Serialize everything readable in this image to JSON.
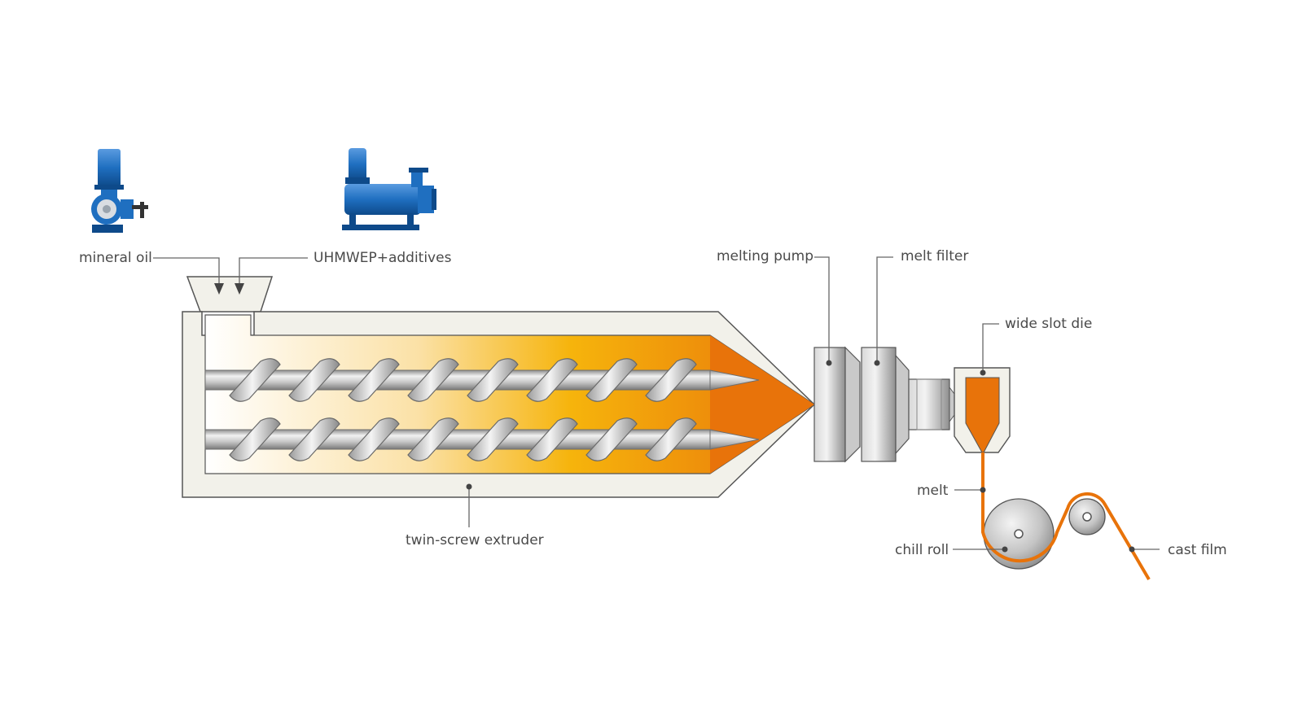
{
  "labels": {
    "mineral_oil": "mineral oil",
    "uhmwpe": "UHMWEP+additives",
    "melting_pump": "melting pump",
    "melt_filter": "melt filter",
    "wide_slot_die": "wide slot die",
    "melt": "melt",
    "chill_roll": "chill roll",
    "cast_film": "cast film",
    "extruder": "twin-screw extruder"
  },
  "colors": {
    "melt_orange": "#e8730a",
    "housing_fill": "#f2f1ea",
    "pump_blue": "#1f6fc0",
    "steel": "#b8b8b8"
  }
}
